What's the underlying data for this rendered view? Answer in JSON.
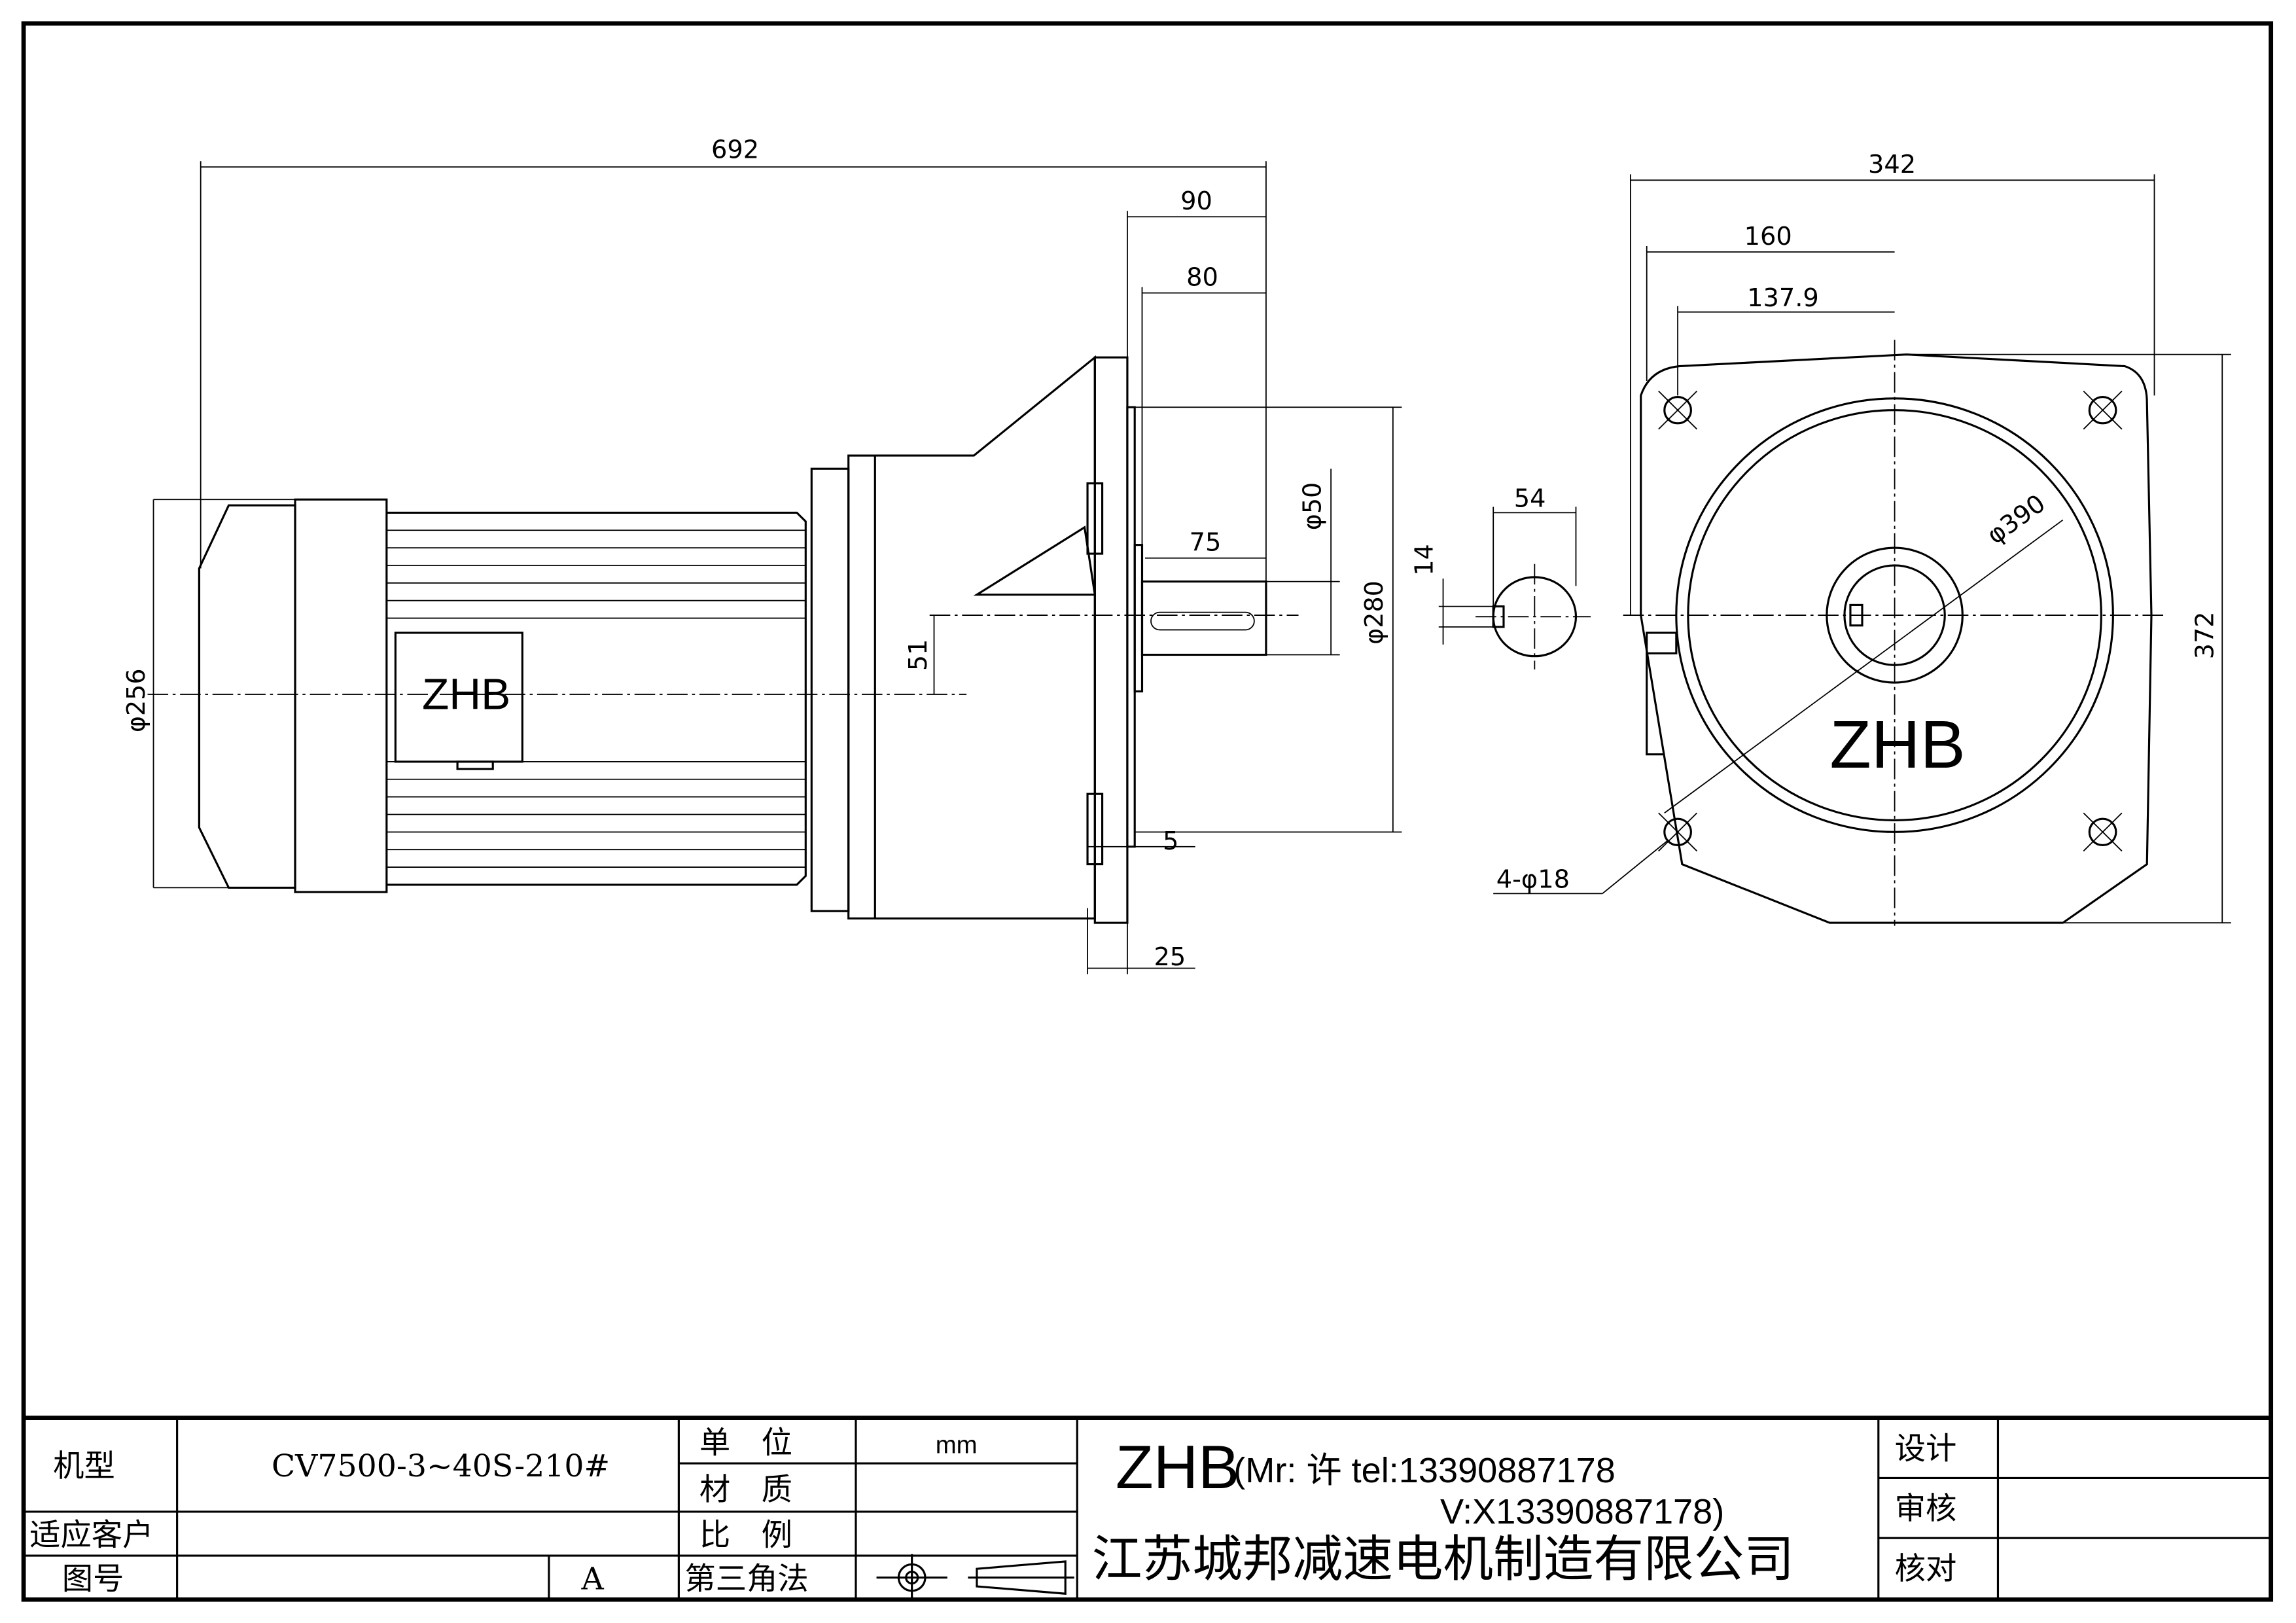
{
  "side_view": {
    "dims": {
      "overall_length": "692",
      "d90": "90",
      "d80": "80",
      "shaft_len": "75",
      "shaft_dia": "φ50",
      "flange_dia": "φ280",
      "body_dia": "φ256",
      "offset": "51",
      "d5": "5",
      "d25": "25"
    },
    "nameplate": "ZHB"
  },
  "shaft_section": {
    "dims": {
      "width": "54",
      "key": "14"
    }
  },
  "front_view": {
    "dims": {
      "width": "342",
      "d160": "160",
      "d137": "137.9",
      "pcd": "φ390",
      "height": "372",
      "holes": "4-φ18"
    },
    "logo": "ZHB"
  },
  "title_block": {
    "model_label": "机型",
    "model_value": "CV7500-3~40S-210#",
    "customer_label": "适应客户",
    "drawing_no_label": "图号",
    "revision": "A",
    "unit_label": "单　位",
    "unit_value": "mm",
    "material_label": "材　质",
    "scale_label": "比　例",
    "projection_label": "第三角法",
    "brand": "ZHB",
    "contact_line1": "(Mr: 许 tel:13390887178",
    "contact_line2": "V:X13390887178)",
    "company": "江苏城邦减速电机制造有限公司",
    "design_label": "设计",
    "review_label": "审核",
    "check_label": "核对"
  }
}
